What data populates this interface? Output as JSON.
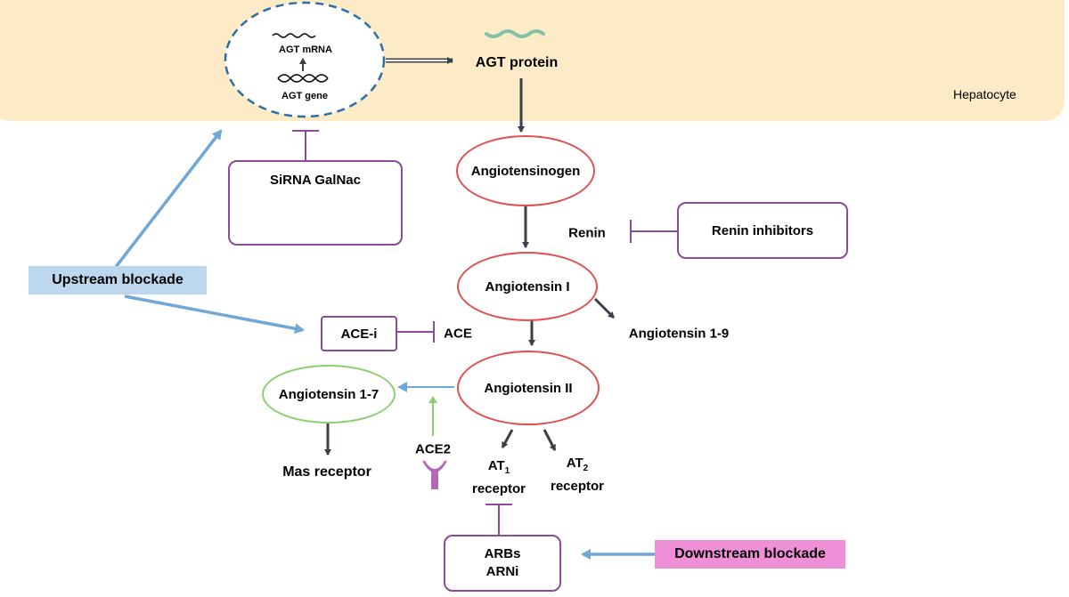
{
  "hepatocyte": {
    "label": "Hepatocyte"
  },
  "nucleus": {
    "mrna_label": "AGT mRNA",
    "gene_label": "AGT gene"
  },
  "nodes": {
    "agt_protein": "AGT protein",
    "angiotensinogen": "Angiotensinogen",
    "renin": "Renin",
    "angiotensin_i": "Angiotensin I",
    "angiotensin_1_9": "Angiotensin 1-9",
    "ace": "ACE",
    "angiotensin_ii": "Angiotensin II",
    "angiotensin_1_7": "Angiotensin 1-7",
    "mas_receptor": "Mas receptor",
    "ace2": "ACE2",
    "at1_main": "AT",
    "at1_sub": "1",
    "at2_main": "AT",
    "at2_sub": "2",
    "receptor": "receptor"
  },
  "interventions": {
    "sirna": "SiRNA GalNac",
    "renin_inhibitors": "Renin inhibitors",
    "ace_i": "ACE-i",
    "arbs": "ARBs",
    "arni": "ARNi"
  },
  "blockades": {
    "upstream": "Upstream blockade",
    "downstream": "Downstream blockade"
  },
  "colors": {
    "cell": "#fcebc6",
    "node_border": "#e05050",
    "ang17_border": "#8ccf70",
    "intervention_border": "#8b4a9e",
    "upstream_bg": "#bdd7ee",
    "downstream_bg": "#ee8fd8",
    "arrow_blue": "#6fa8d8",
    "arrow_dark": "#3a3f4a"
  }
}
